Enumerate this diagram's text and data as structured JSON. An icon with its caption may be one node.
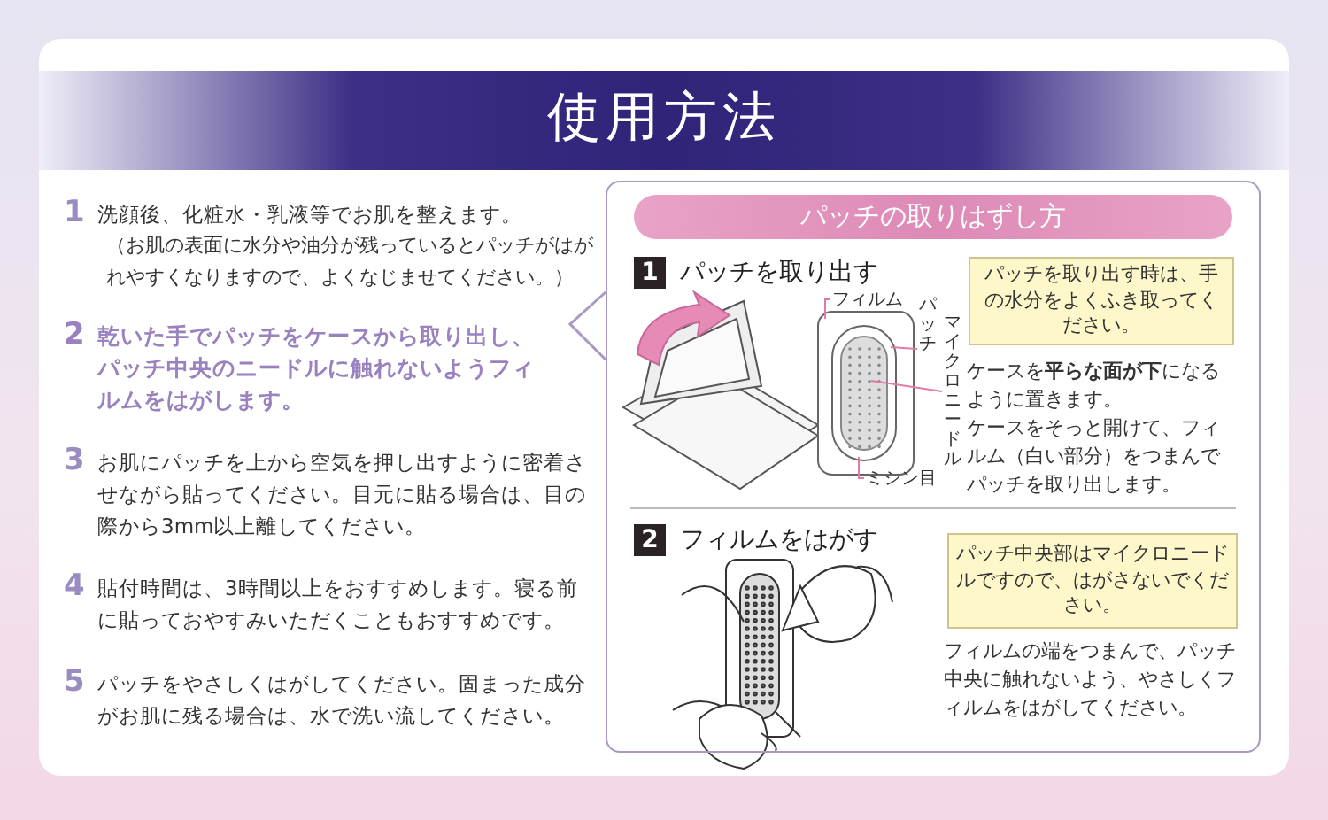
{
  "diagram": {
    "title": "使用方法",
    "nodes": [
      {
        "text": [
          "パッチの取りはずし方"
        ]
      },
      {
        "text": [
          "パッチを取り出す時は、手の水分をよくふき取ってください。"
        ],
        "in": 0
      },
      {
        "text": [
          "パッチ中央部はマイクロニードルですので、はがさないでください。"
        ],
        "in": 0
      },
      {
        "text": [
          "フィルム"
        ],
        "in": 0
      },
      {
        "text": [
          "パッチ"
        ],
        "in": 0
      },
      {
        "text": [
          "マイクロニードル"
        ],
        "in": 0
      },
      {
        "text": [
          "ミシン目"
        ],
        "in": 0
      }
    ],
    "edges": [
      {
        "from": 3,
        "to": null,
        "arrow": "none"
      },
      {
        "from": 4,
        "to": null,
        "arrow": "none"
      },
      {
        "from": 5,
        "to": null,
        "arrow": "none"
      },
      {
        "from": 6,
        "to": null,
        "arrow": "none"
      }
    ],
    "labels": [
      "1",
      "洗顔後、化粧水・乳液等でお肌を整えます。",
      "（お肌の表面に水分や油分が残っているとパッチがはがれやすくなりますので、よくなじませてください。）",
      "2",
      "乾いた手でパッチをケースから取り出し、パッチ中央のニードルに触れないようフィルムをはがします。",
      "3",
      "お肌にパッチを上から空気を押し出すように密着させながら貼ってください。目元に貼る場合は、目の際から3mm以上離してください。",
      "4",
      "貼付時間は、3時間以上をおすすめします。寝る前に貼っておやすみいただくこともおすすめです。",
      "5",
      "パッチをやさしくはがしてください。固まった成分がお肌に残る場合は、水で洗い流してください。",
      "1",
      "パッチを取り出す",
      "ケースを**平らな面が下**になるように置きます。",
      "ケースをそっと開けて、フィルム（白い部分）をつまんでパッチを取り出します。",
      "2",
      "フィルムをはがす",
      "フィルムの端をつまんで、パッチ中央に触れないよう、やさしくフィルムをはがしてください。"
    ]
  }
}
